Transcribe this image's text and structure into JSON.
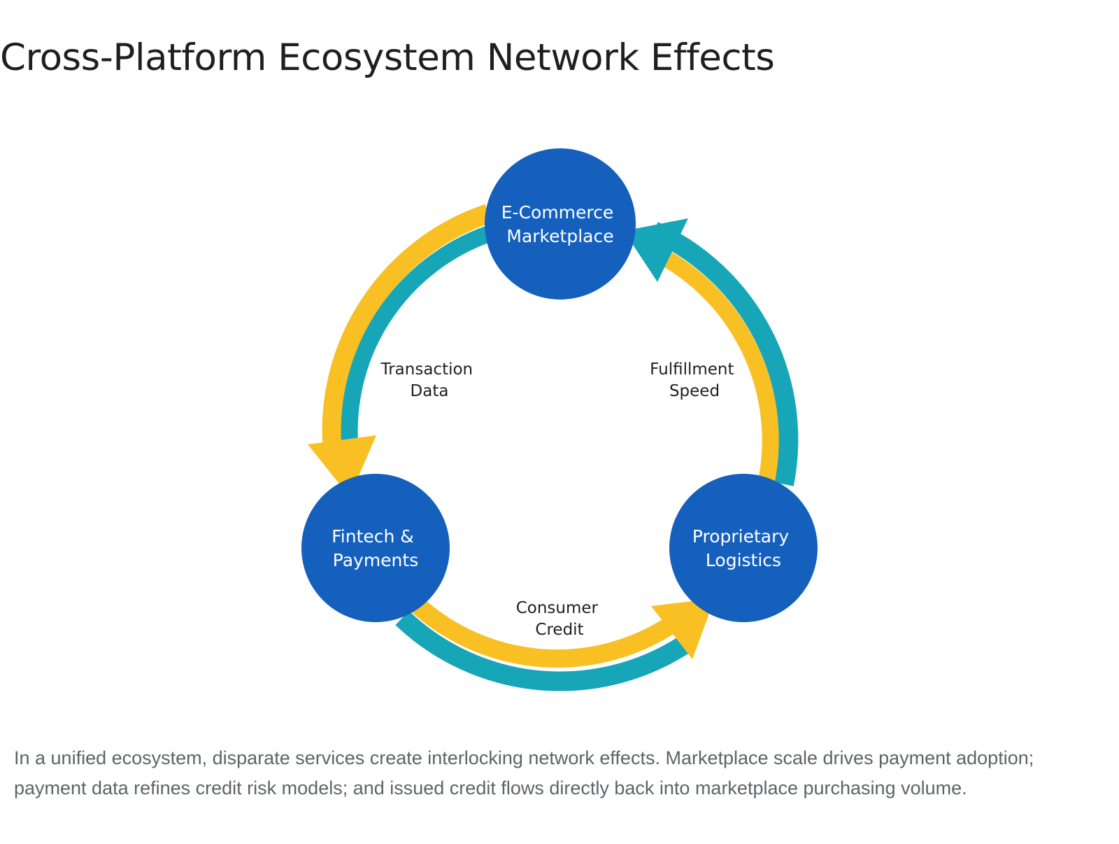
{
  "title": "Cross-Platform Ecosystem Network Effects",
  "nodes": [
    {
      "id": "ecommerce",
      "lines": [
        "E-Commerce",
        "Marketplace"
      ]
    },
    {
      "id": "fintech",
      "lines": [
        "Fintech &",
        "Payments"
      ]
    },
    {
      "id": "logistics",
      "lines": [
        "Proprietary",
        "Logistics"
      ]
    }
  ],
  "flows": [
    {
      "from": "ecommerce",
      "to": "fintech",
      "lines": [
        "Transaction",
        "Data"
      ]
    },
    {
      "from": "fintech",
      "to": "logistics",
      "lines": [
        "Consumer",
        "Credit"
      ]
    },
    {
      "from": "logistics",
      "to": "ecommerce",
      "lines": [
        "Fulfillment",
        "Speed"
      ]
    }
  ],
  "colors": {
    "node_fill": "#1560BD",
    "arrow_yellow": "#F8C023",
    "arrow_teal": "#17A6B8",
    "node_text": "#ffffff",
    "label_text": "#1f1f1f",
    "caption_text": "#5f6368"
  },
  "caption": "In a unified ecosystem, disparate services create interlocking network effects. Marketplace scale drives payment adoption; payment data refines credit risk models; and issued credit flows directly back into marketplace purchasing volume."
}
